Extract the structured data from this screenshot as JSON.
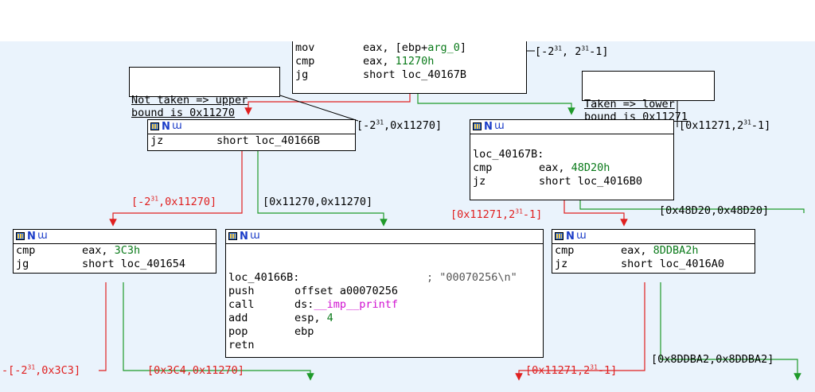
{
  "title": "",
  "colors": {
    "taken": "#1f9a2a",
    "not_taken": "#e02020",
    "background": "#eaf3fc",
    "immediate": "#0a7a1a",
    "import": "#d011d0"
  },
  "nodes": {
    "entry": {
      "lines": [
        {
          "mnemonic": "mov",
          "pre": "eax, [ebp+",
          "hl": "arg_0",
          "post": "]"
        },
        {
          "mnemonic": "cmp",
          "pre": "eax, ",
          "hl": "11270h",
          "post": ""
        },
        {
          "mnemonic": "jg",
          "pre": "short loc_40167B",
          "hl": "",
          "post": ""
        }
      ]
    },
    "left_mid": {
      "header": {
        "n": "N",
        "w": "ɯ"
      },
      "lines": [
        {
          "mnemonic": "jz",
          "operand": "short loc_40166B"
        }
      ]
    },
    "right_mid": {
      "header": {
        "n": "N",
        "w": "ɯ"
      },
      "label": "loc_40167B:",
      "lines": [
        {
          "mnemonic": "cmp",
          "pre": "eax, ",
          "hl": "48D20h"
        },
        {
          "mnemonic": "jz",
          "pre": "short loc_4016B0",
          "hl": ""
        }
      ]
    },
    "bottom_left": {
      "header": {
        "n": "N",
        "w": "ɯ"
      },
      "lines": [
        {
          "mnemonic": "cmp",
          "pre": "eax, ",
          "hl": "3C3h"
        },
        {
          "mnemonic": "jg",
          "pre": "short loc_401654",
          "hl": ""
        }
      ]
    },
    "bottom_center": {
      "header": {
        "n": "N",
        "w": "ɯ"
      },
      "label": "loc_40166B:",
      "comment": "; \"00070256\\n\"",
      "lines": [
        {
          "mnemonic": "push",
          "pre": "offset a00070256",
          "hl": ""
        },
        {
          "mnemonic": "call",
          "pre": "ds:",
          "hl": "__imp__printf"
        },
        {
          "mnemonic": "add",
          "pre": "esp, ",
          "hl": "4"
        },
        {
          "mnemonic": "pop",
          "pre": "ebp",
          "hl": ""
        },
        {
          "mnemonic": "retn",
          "pre": "",
          "hl": ""
        }
      ]
    },
    "bottom_right": {
      "header": {
        "n": "N",
        "w": "ɯ"
      },
      "lines": [
        {
          "mnemonic": "cmp",
          "pre": "eax, ",
          "hl": "8DDBA2h"
        },
        {
          "mnemonic": "jz",
          "pre": "short loc_4016A0",
          "hl": ""
        }
      ]
    }
  },
  "notes": {
    "not_taken": [
      "Not taken => upper",
      "bound is 0x11270"
    ],
    "taken": [
      "Taken => lower",
      "bound is 0x11271"
    ]
  },
  "ranges": {
    "entry": {
      "a": "[-2",
      "b": ", 2",
      "c": "-1]"
    },
    "left_top": {
      "a": "[-2",
      "b": ",0x11270]"
    },
    "right_top": {
      "a": "[0x11271,2",
      "b": "-1]"
    },
    "left_branch": {
      "a": "[-2",
      "b": ",0x11270]"
    },
    "center_branch": "[0x11270,0x11270]",
    "right_branch_red": {
      "a": "[0x11271,2",
      "b": "-1]"
    },
    "right_branch_green": "[0x48D20,0x48D20]",
    "bl_red": {
      "a": "[-2",
      "b": ",0x3C3]"
    },
    "bl_green": "[0x3C4,0x11270]",
    "br_red": {
      "a": "[0x11271,2",
      "b": "-1]"
    },
    "br_green": "[0x8DDBA2,0x8DDBA2]",
    "sup": "31"
  }
}
